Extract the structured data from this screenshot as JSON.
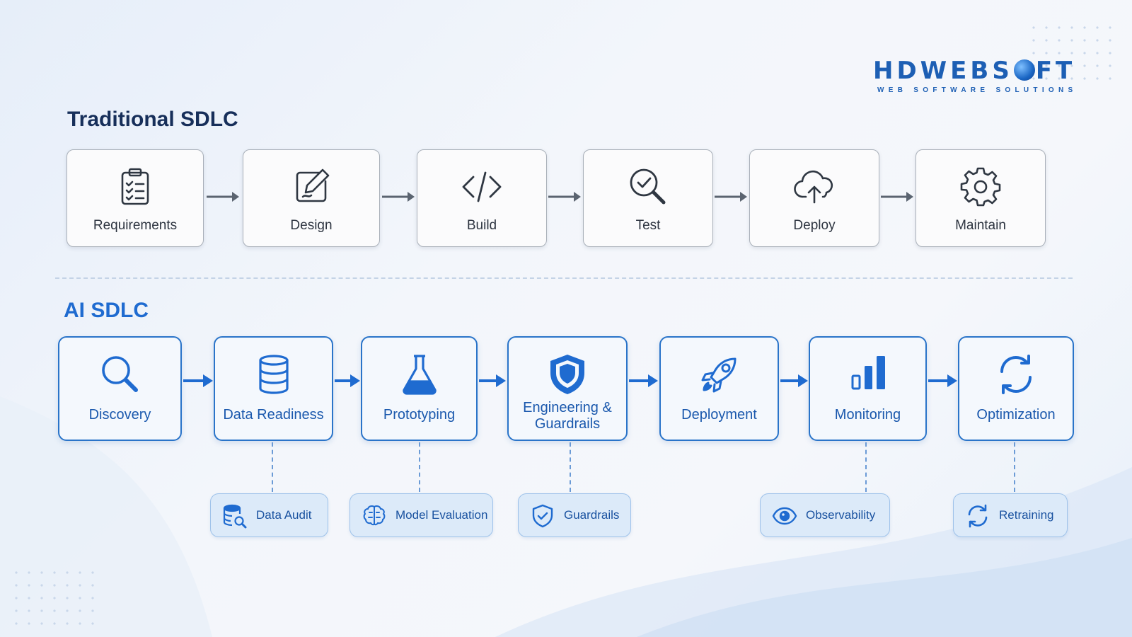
{
  "brand": {
    "name_left": "HDWEBS",
    "name_right": "FT",
    "tagline": "WEB SOFTWARE SOLUTIONS"
  },
  "colors": {
    "accent": "#1f6bd0",
    "dark_title": "#172f5a",
    "box_border": "#a9b0b9"
  },
  "traditional": {
    "title": "Traditional SDLC",
    "steps": [
      {
        "label": "Requirements",
        "icon": "clipboard-checklist-icon"
      },
      {
        "label": "Design",
        "icon": "pencil-edit-icon"
      },
      {
        "label": "Build",
        "icon": "code-brackets-icon"
      },
      {
        "label": "Test",
        "icon": "magnifier-check-icon"
      },
      {
        "label": "Deploy",
        "icon": "cloud-upload-icon"
      },
      {
        "label": "Maintain",
        "icon": "gear-icon"
      }
    ]
  },
  "ai": {
    "title": "AI SDLC",
    "steps": [
      {
        "label": "Discovery",
        "icon": "search-icon"
      },
      {
        "label": "Data Readiness",
        "icon": "database-icon"
      },
      {
        "label": "Prototyping",
        "icon": "flask-icon"
      },
      {
        "label": "Engineering & Guardrails",
        "line1": "Engineering &",
        "line2": "Guardrails",
        "icon": "shield-icon"
      },
      {
        "label": "Deployment",
        "icon": "rocket-icon"
      },
      {
        "label": "Monitoring",
        "icon": "bar-chart-icon"
      },
      {
        "label": "Optimization",
        "icon": "refresh-icon"
      }
    ],
    "sub_items": [
      {
        "label": "Data Audit",
        "icon": "database-search-icon",
        "attached_to": "Data Readiness"
      },
      {
        "label": "Model Evaluation",
        "icon": "brain-icon",
        "attached_to": "Prototyping"
      },
      {
        "label": "Guardrails",
        "icon": "shield-check-icon",
        "attached_to": "Engineering & Guardrails"
      },
      {
        "label": "Observability",
        "icon": "eye-icon",
        "attached_to": "Monitoring"
      },
      {
        "label": "Retraining",
        "icon": "retrain-refresh-icon",
        "attached_to": "Optimization"
      }
    ]
  }
}
